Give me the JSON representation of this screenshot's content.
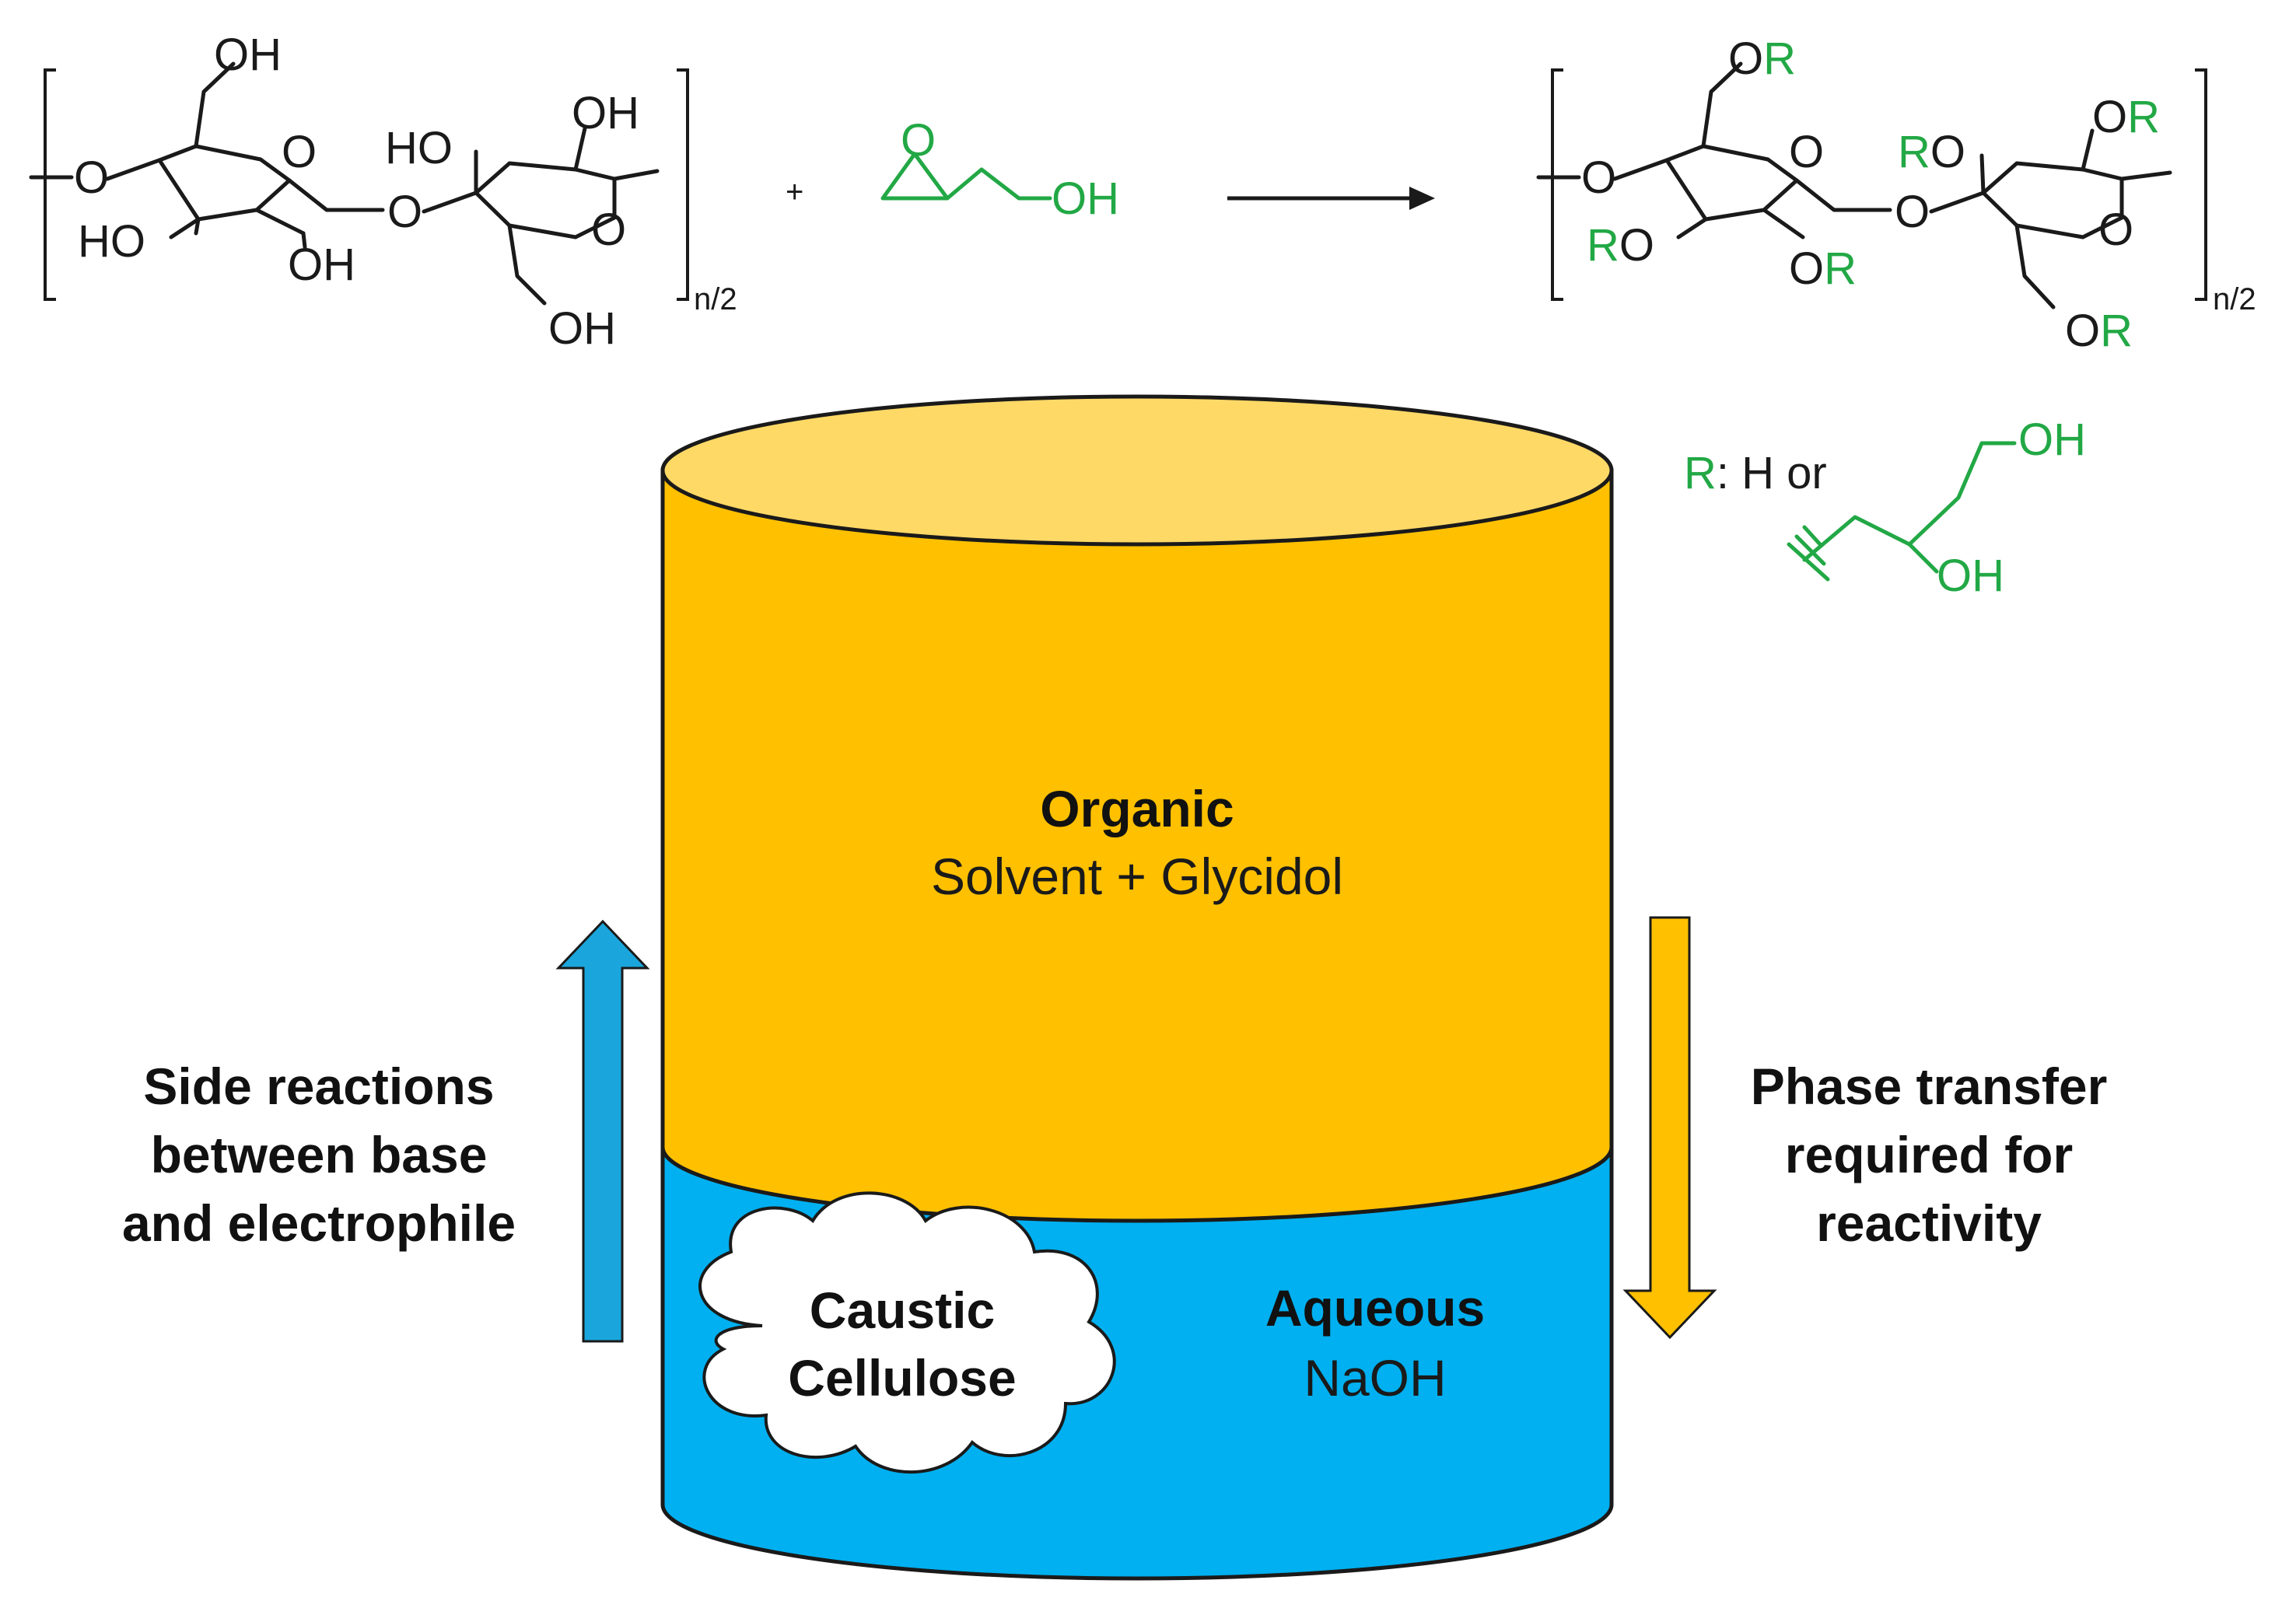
{
  "reaction": {
    "reactant": {
      "labels": {
        "oh_top": "OH",
        "o_link_left": "O",
        "o_ring1": "O",
        "ho_ring1": "HO",
        "oh_ring1_bottom": "OH",
        "o_bridge": "O",
        "ho_ring2": "HO",
        "oh_ring2_top": "OH",
        "o_ring2": "O",
        "oh_ring2_bottom": "OH"
      },
      "subscript": "n/2"
    },
    "plus": "+",
    "glycidol": {
      "o_label": "O",
      "oh_label": "OH"
    },
    "product": {
      "labels": {
        "or_top": "OR",
        "o_link_left": "O",
        "o_ring1": "O",
        "ro_ring1": "RO",
        "or_ring1_bottom": "OR",
        "o_bridge": "O",
        "ro_ring2": "RO",
        "or_ring2_top": "OR",
        "o_ring2": "O",
        "or_ring2_bottom": "OR"
      },
      "subscript": "n/2"
    },
    "r_definition": {
      "r_label": "R",
      "colon_text": ": H or",
      "oh_top": "OH",
      "oh_bottom": "OH"
    }
  },
  "vessel": {
    "organic": {
      "title": "Organic",
      "subtitle": "Solvent + Glycidol"
    },
    "aqueous": {
      "title": "Aqueous",
      "subtitle": "NaOH"
    },
    "cloud": {
      "line1": "Caustic",
      "line2": "Cellulose"
    }
  },
  "left_annotation": {
    "line1": "Side reactions",
    "line2": "between base",
    "line3": "and electrophile"
  },
  "right_annotation": {
    "line1": "Phase transfer",
    "line2": "required for",
    "line3": "reactivity"
  },
  "colors": {
    "organic_phase": "#FFC000",
    "organic_top": "#FFD966",
    "aqueous_phase": "#00B0F0",
    "up_arrow": "#1AA6DC",
    "down_arrow": "#FFC000",
    "green_chem": "#22A845",
    "cloud_fill": "#FFFFFF"
  }
}
